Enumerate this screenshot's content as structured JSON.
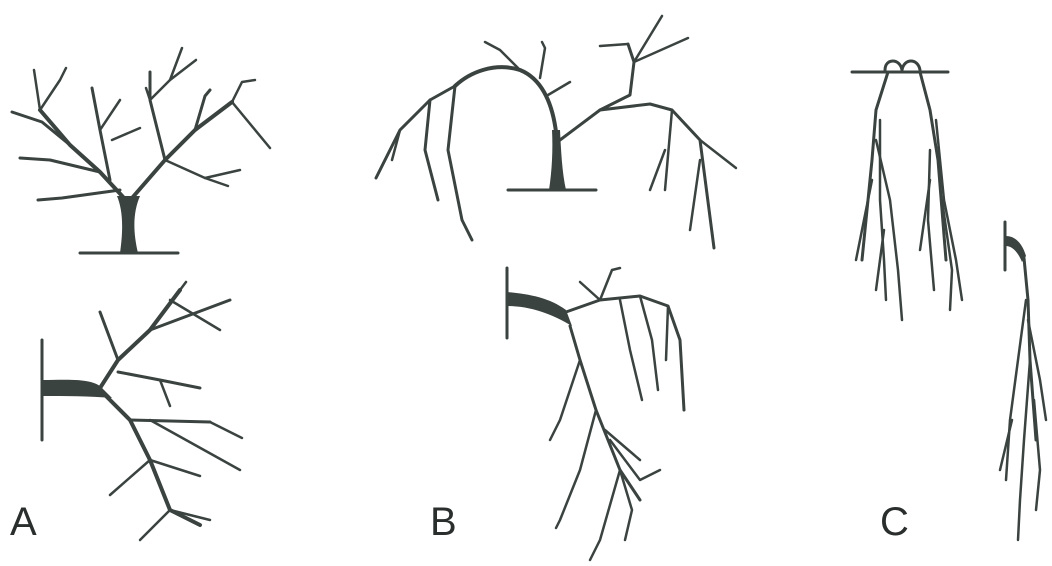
{
  "labels": {
    "a": "A",
    "b": "B",
    "c": "C"
  },
  "colors": {
    "stroke": "#3a4340",
    "background": "#ffffff"
  }
}
